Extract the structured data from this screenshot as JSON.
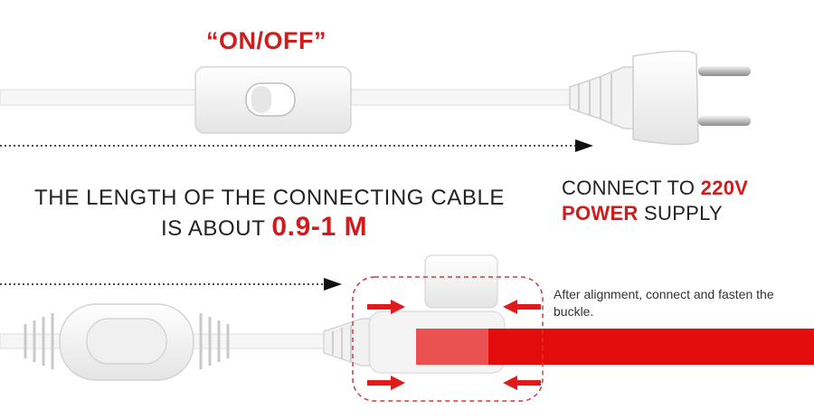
{
  "colors": {
    "accent": "#d01c1c",
    "text": "#222222",
    "red_strip": "#e30d0d"
  },
  "switch": {
    "title": "“ON/OFF”"
  },
  "plug": {
    "connect_prefix": "CONNECT TO ",
    "voltage": "220V",
    "power": "POWER",
    "supply": " SUPPLY"
  },
  "cable": {
    "length_line1": "THE LENGTH OF THE CONNECTING CABLE",
    "length_line2_prefix": "IS ABOUT ",
    "length_value": "0.9-1 M"
  },
  "connector": {
    "note": "After alignment, connect and fasten the buckle."
  },
  "icons": [
    "arrow-right-icon",
    "inward-arrow-icon",
    "rocker-switch-icon",
    "eu-plug-icon"
  ]
}
